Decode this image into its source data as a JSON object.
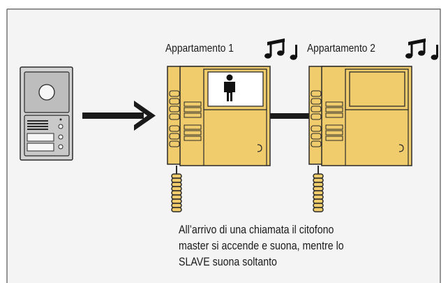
{
  "labels": {
    "apartment_1": "Appartamento 1",
    "apartment_2": "Appartamento 2"
  },
  "caption": {
    "line1": "All’arrivo di una chiamata il citofono",
    "line2": "master si accende e suona, mentre lo",
    "line3": "SLAVE suona soltanto"
  },
  "colors": {
    "background": "#f4f4f4",
    "border": "#555555",
    "monitor_body": "#f0cc6c",
    "monitor_outline": "#2a2a2a",
    "panel_body": "#dcdcdc",
    "screen_on": "#ffffff",
    "screen_off": "#f0cc6c"
  },
  "icons": {
    "music": "music-note-icon",
    "arrow": "arrow-right-icon",
    "person": "person-icon"
  }
}
